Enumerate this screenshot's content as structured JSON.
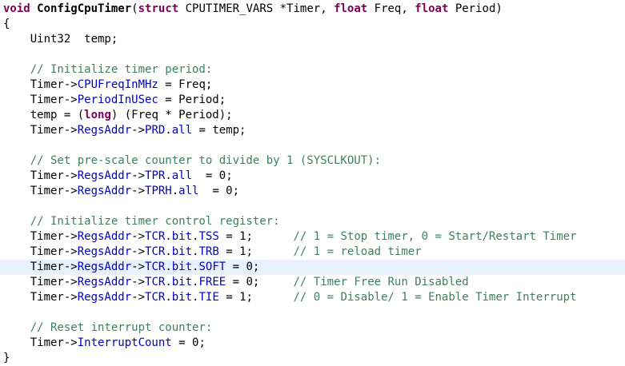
{
  "editor": {
    "language": "C",
    "colors": {
      "keyword": "#7f0055",
      "field": "#0000c0",
      "comment": "#3f7f5f",
      "plain": "#000000",
      "current_line_highlight": "#e8f2fe"
    },
    "highlighted_line": 17,
    "lines": [
      [
        {
          "type": "keyword",
          "text": "void"
        },
        {
          "type": "plain",
          "text": " "
        },
        {
          "type": "func",
          "text": "ConfigCpuTimer"
        },
        {
          "type": "plain",
          "text": "("
        },
        {
          "type": "keyword",
          "text": "struct"
        },
        {
          "type": "plain",
          "text": " CPUTIMER_VARS *Timer, "
        },
        {
          "type": "keyword",
          "text": "float"
        },
        {
          "type": "plain",
          "text": " Freq, "
        },
        {
          "type": "keyword",
          "text": "float"
        },
        {
          "type": "plain",
          "text": " Period)"
        }
      ],
      [
        {
          "type": "plain",
          "text": "{"
        }
      ],
      [
        {
          "type": "plain",
          "text": "    Uint32  temp;"
        }
      ],
      [],
      [
        {
          "type": "comment",
          "text": "    // Initialize timer period:"
        }
      ],
      [
        {
          "type": "plain",
          "text": "    Timer->"
        },
        {
          "type": "field",
          "text": "CPUFreqInMHz"
        },
        {
          "type": "plain",
          "text": " = Freq;"
        }
      ],
      [
        {
          "type": "plain",
          "text": "    Timer->"
        },
        {
          "type": "field",
          "text": "PeriodInUSec"
        },
        {
          "type": "plain",
          "text": " = Period;"
        }
      ],
      [
        {
          "type": "plain",
          "text": "    temp = ("
        },
        {
          "type": "keyword",
          "text": "long"
        },
        {
          "type": "plain",
          "text": ") (Freq * Period);"
        }
      ],
      [
        {
          "type": "plain",
          "text": "    Timer->"
        },
        {
          "type": "field",
          "text": "RegsAddr"
        },
        {
          "type": "plain",
          "text": "->"
        },
        {
          "type": "field",
          "text": "PRD"
        },
        {
          "type": "plain",
          "text": "."
        },
        {
          "type": "field",
          "text": "all"
        },
        {
          "type": "plain",
          "text": " = temp;"
        }
      ],
      [],
      [
        {
          "type": "comment",
          "text": "    // Set pre-scale counter to divide by 1 (SYSCLKOUT):"
        }
      ],
      [
        {
          "type": "plain",
          "text": "    Timer->"
        },
        {
          "type": "field",
          "text": "RegsAddr"
        },
        {
          "type": "plain",
          "text": "->"
        },
        {
          "type": "field",
          "text": "TPR"
        },
        {
          "type": "plain",
          "text": "."
        },
        {
          "type": "field",
          "text": "all"
        },
        {
          "type": "plain",
          "text": "  = 0;"
        }
      ],
      [
        {
          "type": "plain",
          "text": "    Timer->"
        },
        {
          "type": "field",
          "text": "RegsAddr"
        },
        {
          "type": "plain",
          "text": "->"
        },
        {
          "type": "field",
          "text": "TPRH"
        },
        {
          "type": "plain",
          "text": "."
        },
        {
          "type": "field",
          "text": "all"
        },
        {
          "type": "plain",
          "text": "  = 0;"
        }
      ],
      [],
      [
        {
          "type": "comment",
          "text": "    // Initialize timer control register:"
        }
      ],
      [
        {
          "type": "plain",
          "text": "    Timer->"
        },
        {
          "type": "field",
          "text": "RegsAddr"
        },
        {
          "type": "plain",
          "text": "->"
        },
        {
          "type": "field",
          "text": "TCR"
        },
        {
          "type": "plain",
          "text": "."
        },
        {
          "type": "field",
          "text": "bit"
        },
        {
          "type": "plain",
          "text": "."
        },
        {
          "type": "field",
          "text": "TSS"
        },
        {
          "type": "plain",
          "text": " = 1;      "
        },
        {
          "type": "comment",
          "text": "// 1 = Stop timer, 0 = Start/Restart Timer"
        }
      ],
      [
        {
          "type": "plain",
          "text": "    Timer->"
        },
        {
          "type": "field",
          "text": "RegsAddr"
        },
        {
          "type": "plain",
          "text": "->"
        },
        {
          "type": "field",
          "text": "TCR"
        },
        {
          "type": "plain",
          "text": "."
        },
        {
          "type": "field",
          "text": "bit"
        },
        {
          "type": "plain",
          "text": "."
        },
        {
          "type": "field",
          "text": "TRB"
        },
        {
          "type": "plain",
          "text": " = 1;      "
        },
        {
          "type": "comment",
          "text": "// 1 = reload timer"
        }
      ],
      [
        {
          "type": "plain",
          "text": "    Timer->"
        },
        {
          "type": "field",
          "text": "RegsAddr"
        },
        {
          "type": "plain",
          "text": "->"
        },
        {
          "type": "field",
          "text": "TCR"
        },
        {
          "type": "plain",
          "text": "."
        },
        {
          "type": "field",
          "text": "bit"
        },
        {
          "type": "plain",
          "text": "."
        },
        {
          "type": "field",
          "text": "SOFT"
        },
        {
          "type": "plain",
          "text": " = 0;"
        }
      ],
      [
        {
          "type": "plain",
          "text": "    Timer->"
        },
        {
          "type": "field",
          "text": "RegsAddr"
        },
        {
          "type": "plain",
          "text": "->"
        },
        {
          "type": "field",
          "text": "TCR"
        },
        {
          "type": "plain",
          "text": "."
        },
        {
          "type": "field",
          "text": "bit"
        },
        {
          "type": "plain",
          "text": "."
        },
        {
          "type": "field",
          "text": "FREE"
        },
        {
          "type": "plain",
          "text": " = 0;     "
        },
        {
          "type": "comment",
          "text": "// Timer Free Run Disabled"
        }
      ],
      [
        {
          "type": "plain",
          "text": "    Timer->"
        },
        {
          "type": "field",
          "text": "RegsAddr"
        },
        {
          "type": "plain",
          "text": "->"
        },
        {
          "type": "field",
          "text": "TCR"
        },
        {
          "type": "plain",
          "text": "."
        },
        {
          "type": "field",
          "text": "bit"
        },
        {
          "type": "plain",
          "text": "."
        },
        {
          "type": "field",
          "text": "TIE"
        },
        {
          "type": "plain",
          "text": " = 1;      "
        },
        {
          "type": "comment",
          "text": "// 0 = Disable/ 1 = Enable Timer Interrupt"
        }
      ],
      [],
      [
        {
          "type": "comment",
          "text": "    // Reset interrupt counter:"
        }
      ],
      [
        {
          "type": "plain",
          "text": "    Timer->"
        },
        {
          "type": "field",
          "text": "InterruptCount"
        },
        {
          "type": "plain",
          "text": " = 0;"
        }
      ],
      [
        {
          "type": "plain",
          "text": "}"
        }
      ]
    ]
  }
}
